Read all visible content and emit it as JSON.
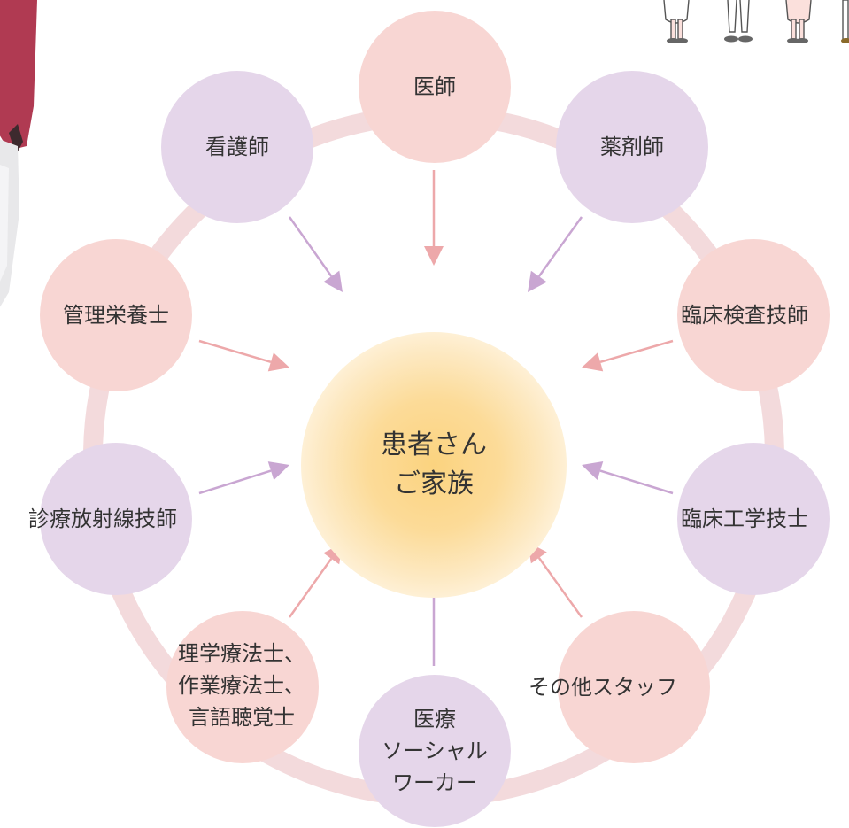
{
  "colors": {
    "ring": "#f3dadc",
    "pink_node": "#f8d6d3",
    "purple_node": "#e5d6ea",
    "pink_arrow": "#eda8aa",
    "purple_arrow": "#c9a6d2",
    "center": "#fcd58a"
  },
  "center": {
    "label": "患者さん\nご家族"
  },
  "nodes": [
    {
      "id": "doctor",
      "label": "医師",
      "tone": "pink"
    },
    {
      "id": "pharmacist",
      "label": "薬剤師",
      "tone": "purple"
    },
    {
      "id": "lab-tech",
      "label": "臨床検査技師",
      "tone": "pink"
    },
    {
      "id": "clinical-engineer",
      "label": "臨床工学技士",
      "tone": "purple"
    },
    {
      "id": "other-staff",
      "label": "その他スタッフ",
      "tone": "pink"
    },
    {
      "id": "social-worker",
      "label": "医療\nソーシャル\nワーカー",
      "tone": "purple"
    },
    {
      "id": "therapists",
      "label": "理学療法士、\n作業療法士、\n言語聴覚士",
      "tone": "pink"
    },
    {
      "id": "radiology-tech",
      "label": "診療放射線技師",
      "tone": "purple"
    },
    {
      "id": "dietitian",
      "label": "管理栄養士",
      "tone": "pink"
    },
    {
      "id": "nurse",
      "label": "看護師",
      "tone": "purple"
    }
  ],
  "decorations": {
    "left": "staff-photo",
    "top_right": "staff-illustration"
  }
}
